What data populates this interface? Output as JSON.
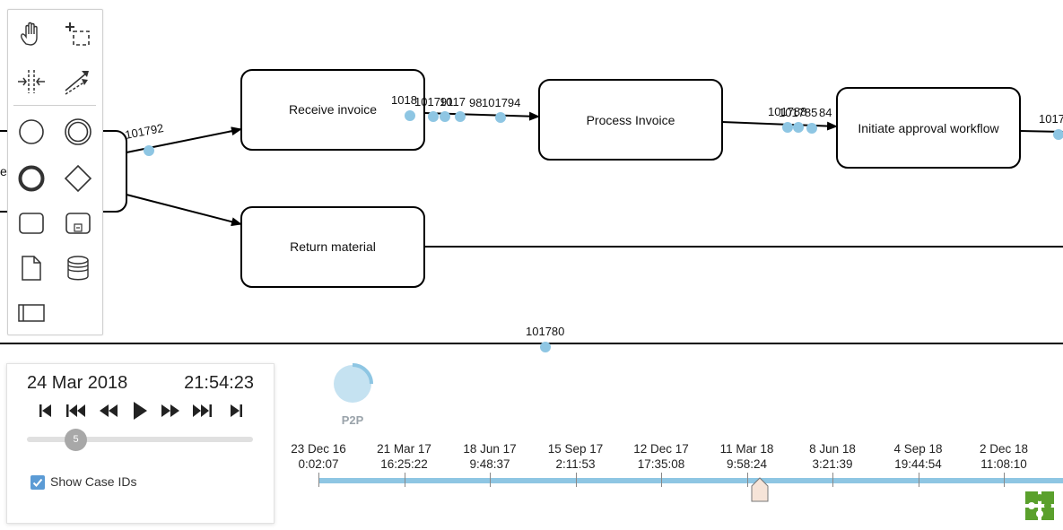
{
  "diagram": {
    "tasks": {
      "receive_invoice": "Receive invoice",
      "process_invoice": "Process Invoice",
      "initiate_approval": "Initiate approval workflow",
      "return_material": "Return material",
      "partial_left_task": "e"
    },
    "case_labels": {
      "c1": "101792",
      "c2": "1018",
      "c3": "101791",
      "c4": "1017",
      "c5": "98",
      "c6": "101794",
      "c7": "101788",
      "c8": "101785",
      "c9": "84",
      "c10": "1017",
      "c11": "101780"
    },
    "colors": {
      "token": "#8ec6e3",
      "line": "#000000"
    }
  },
  "palette": {
    "tools": [
      "hand-tool-icon",
      "lasso-tool-icon",
      "space-tool-icon",
      "connect-tool-icon",
      "start-event-icon",
      "intermediate-event-icon",
      "end-event-icon",
      "gateway-icon",
      "task-icon",
      "subprocess-icon",
      "data-object-icon",
      "data-store-icon",
      "pool-icon"
    ]
  },
  "player": {
    "date": "24 Mar 2018",
    "time": "21:54:23",
    "controls": [
      "skip-to-start-icon",
      "step-backward-icon",
      "rewind-icon",
      "play-icon",
      "fast-forward-icon",
      "step-forward-icon",
      "skip-to-end-icon"
    ],
    "speed_value": "5",
    "show_case_ids_label": "Show Case IDs",
    "show_case_ids_checked": true
  },
  "log": {
    "name": "P2P",
    "progress": 0.25,
    "color": "#8ec6e3"
  },
  "timeline": {
    "ticks": [
      {
        "date": "23 Dec 16",
        "time": "0:02:07"
      },
      {
        "date": "21 Mar 17",
        "time": "16:25:22"
      },
      {
        "date": "18 Jun 17",
        "time": "9:48:37"
      },
      {
        "date": "15 Sep 17",
        "time": "2:11:53"
      },
      {
        "date": "12 Dec 17",
        "time": "17:35:08"
      },
      {
        "date": "11 Mar 18",
        "time": "9:58:24"
      },
      {
        "date": "8 Jun 18",
        "time": "3:21:39"
      },
      {
        "date": "4 Sep 18",
        "time": "19:44:54"
      },
      {
        "date": "2 Dec 18",
        "time": "11:08:10"
      }
    ]
  },
  "logo": {
    "name": "puzzle-logo-icon",
    "color": "#5aa02c"
  }
}
